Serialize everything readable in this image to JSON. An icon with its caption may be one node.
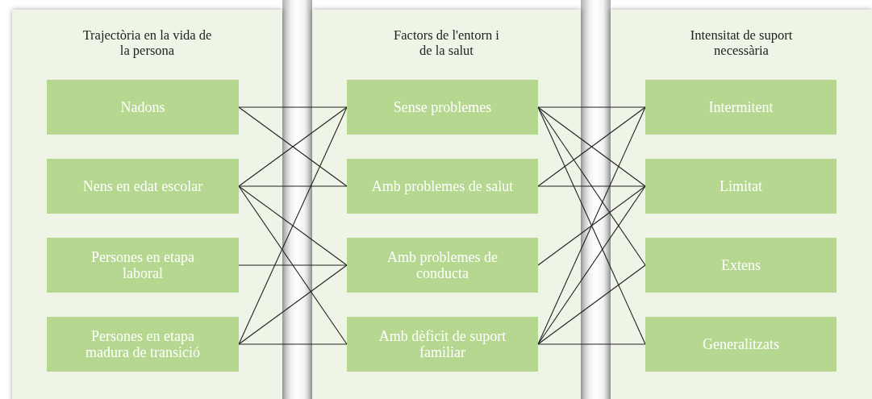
{
  "diagram": {
    "nodes": [
      {
        "text": [
          "Trajectòria en la vida de la persona"
        ]
      },
      {
        "text": [
          "Nadons"
        ],
        "in": 0
      },
      {
        "text": [
          "Nens en edat escolar"
        ],
        "in": 0
      },
      {
        "text": [
          "Persones en etapa laboral"
        ],
        "in": 0
      },
      {
        "text": [
          "Persones en etapa madura de transició"
        ],
        "in": 0
      },
      {
        "text": [
          "Factors de l'entorn i de la salut"
        ]
      },
      {
        "text": [
          "Sense problemes"
        ],
        "in": 5
      },
      {
        "text": [
          "Amb problemes de salut"
        ],
        "in": 5
      },
      {
        "text": [
          "Amb problemes de conducta"
        ],
        "in": 5
      },
      {
        "text": [
          "Amb dèficit de suport familiar"
        ],
        "in": 5
      },
      {
        "text": [
          "Intensitat de suport necessària"
        ]
      },
      {
        "text": [
          "Intermitent"
        ],
        "in": 10
      },
      {
        "text": [
          "Limitat"
        ],
        "in": 10
      },
      {
        "text": [
          "Extens"
        ],
        "in": 10
      },
      {
        "text": [
          "Generalitzats"
        ],
        "in": 10
      }
    ],
    "edges": [
      {
        "from": 1,
        "to": 6,
        "arrow": "none"
      },
      {
        "from": 1,
        "to": 7,
        "arrow": "none"
      },
      {
        "from": 2,
        "to": 6,
        "arrow": "none"
      },
      {
        "from": 2,
        "to": 7,
        "arrow": "none"
      },
      {
        "from": 2,
        "to": 8,
        "arrow": "none"
      },
      {
        "from": 2,
        "to": 9,
        "arrow": "none"
      },
      {
        "from": 3,
        "to": 8,
        "arrow": "none"
      },
      {
        "from": 4,
        "to": 6,
        "arrow": "none"
      },
      {
        "from": 4,
        "to": 8,
        "arrow": "none"
      },
      {
        "from": 4,
        "to": 9,
        "arrow": "none"
      },
      {
        "from": 6,
        "to": 11,
        "arrow": "none"
      },
      {
        "from": 6,
        "to": 12,
        "arrow": "none"
      },
      {
        "from": 6,
        "to": 13,
        "arrow": "none"
      },
      {
        "from": 6,
        "to": 14,
        "arrow": "none"
      },
      {
        "from": 7,
        "to": 11,
        "arrow": "none"
      },
      {
        "from": 7,
        "to": 12,
        "arrow": "none"
      },
      {
        "from": 8,
        "to": 12,
        "arrow": "none"
      },
      {
        "from": 9,
        "to": 11,
        "arrow": "none"
      },
      {
        "from": 9,
        "to": 12,
        "arrow": "none"
      },
      {
        "from": 9,
        "to": 13,
        "arrow": "none"
      },
      {
        "from": 9,
        "to": 14,
        "arrow": "none"
      }
    ]
  }
}
